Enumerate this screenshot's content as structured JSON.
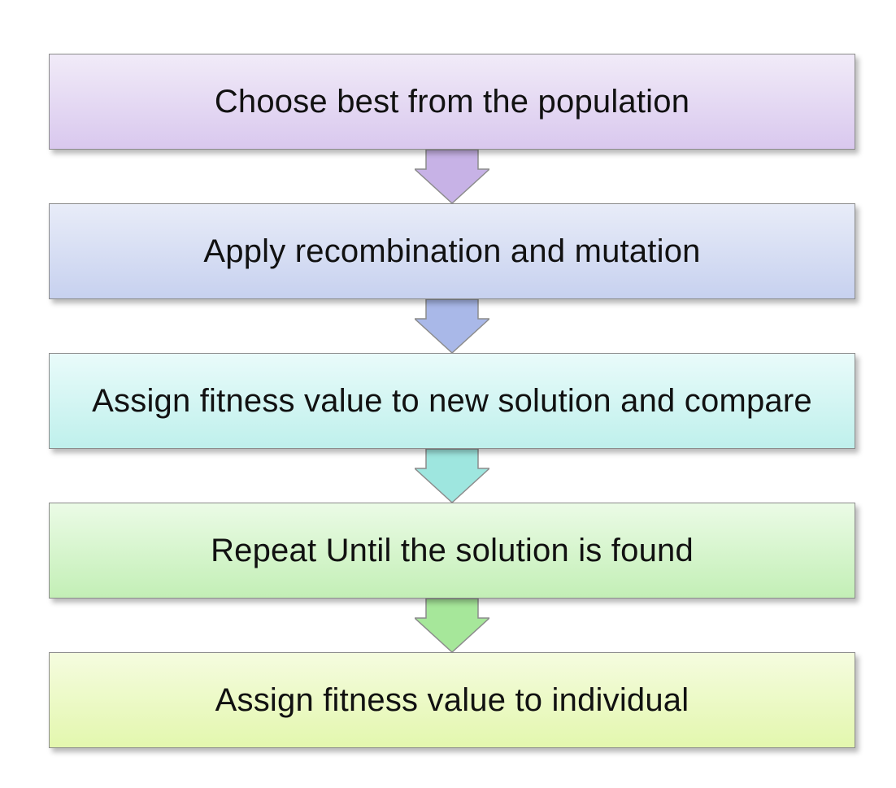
{
  "diagram": {
    "steps": [
      {
        "label": "Choose best from the population"
      },
      {
        "label": "Apply recombination and mutation"
      },
      {
        "label": "Assign fitness value to new solution and compare"
      },
      {
        "label": "Repeat Until the solution is found"
      },
      {
        "label": "Assign fitness value to individual"
      }
    ],
    "arrow_colors": [
      "#c7b2e6",
      "#a9b8e8",
      "#9ee6df",
      "#a6e79a"
    ],
    "border_color": "#8c8c8c"
  }
}
